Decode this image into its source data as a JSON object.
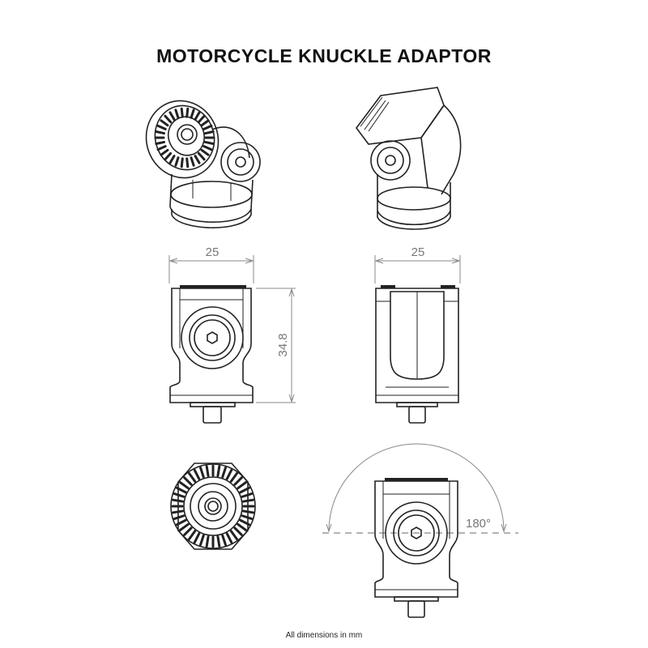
{
  "title": "MOTORCYCLE KNUCKLE ADAPTOR",
  "dimensions": {
    "front_width": "25",
    "side_width": "25",
    "height": "34.8",
    "rotation": "180°"
  },
  "footer": "All dimensions in mm"
}
